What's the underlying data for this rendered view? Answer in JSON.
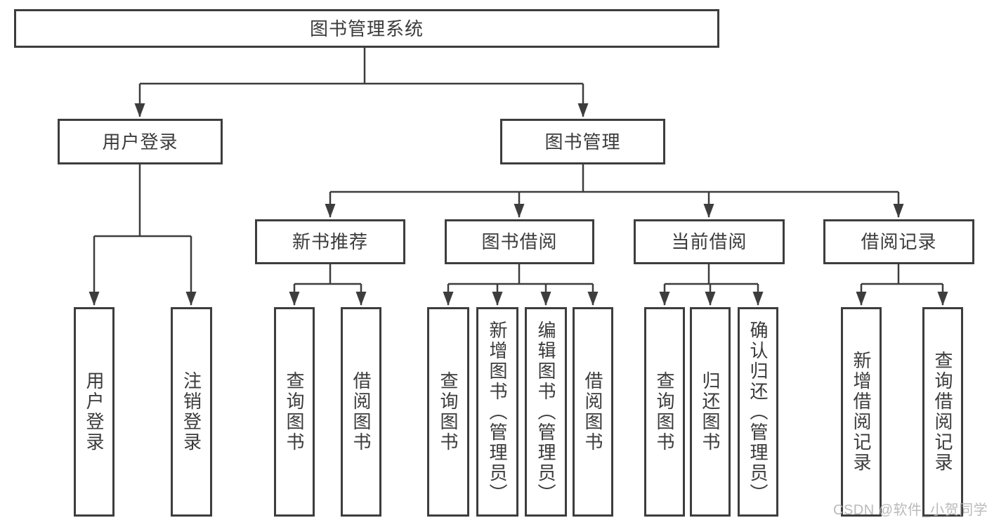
{
  "diagram": {
    "title": "图书管理系统",
    "tree": {
      "label": "图书管理系统",
      "children": [
        {
          "label": "用户登录",
          "children": [
            {
              "label": "用户登录"
            },
            {
              "label": "注销登录"
            }
          ]
        },
        {
          "label": "图书管理",
          "children": [
            {
              "label": "新书推荐",
              "children": [
                {
                  "label": "查询图书"
                },
                {
                  "label": "借阅图书"
                }
              ]
            },
            {
              "label": "图书借阅",
              "children": [
                {
                  "label": "查询图书"
                },
                {
                  "label": "新增图书（管理员）"
                },
                {
                  "label": "编辑图书（管理员）"
                },
                {
                  "label": "借阅图书"
                }
              ]
            },
            {
              "label": "当前借阅",
              "children": [
                {
                  "label": "查询图书"
                },
                {
                  "label": "归还图书"
                },
                {
                  "label": "确认归还（管理员）"
                }
              ]
            },
            {
              "label": "借阅记录",
              "children": [
                {
                  "label": "新增借阅记录"
                },
                {
                  "label": "查询借阅记录"
                }
              ]
            }
          ]
        }
      ]
    }
  },
  "watermark": {
    "text": "CSDN @软件_小贺同学"
  },
  "colors": {
    "line": "#3d3d3d",
    "node_border": "#3d3d3d",
    "text": "#3b3b3b",
    "watermark": "#b5b5b5",
    "background": "#ffffff"
  }
}
